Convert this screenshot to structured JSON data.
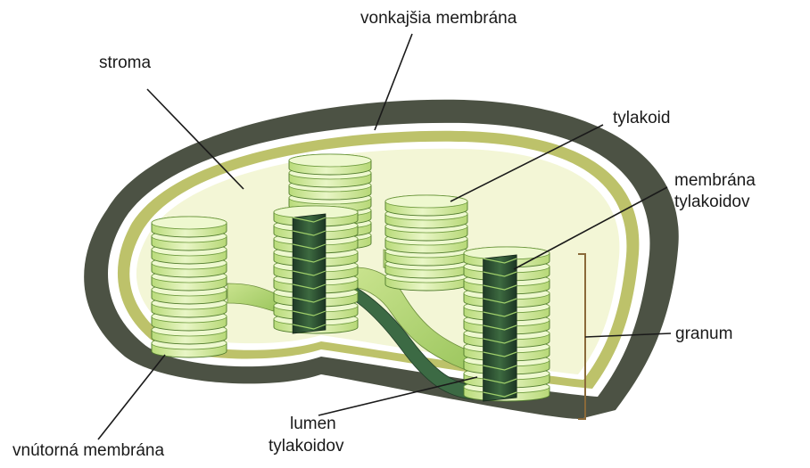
{
  "labels": {
    "outer_membrane": "vonkajšia membrána",
    "stroma": "stroma",
    "thylakoid": "tylakoid",
    "thylakoid_membrane_l1": "membrána",
    "thylakoid_membrane_l2": "tylakoidov",
    "granum": "granum",
    "lumen_l1": "lumen",
    "lumen_l2": "tylakoidov",
    "inner_membrane": "vnútorná membrána"
  },
  "colors": {
    "outer_membrane": "#4c5244",
    "inter_membrane": "#bdc26a",
    "stroma": "#f3f6d6",
    "thylakoid_light": "#dff0b0",
    "thylakoid_mid": "#a8d06a",
    "thylakoid_dark": "#274a30",
    "line": "#1a1a1a"
  }
}
